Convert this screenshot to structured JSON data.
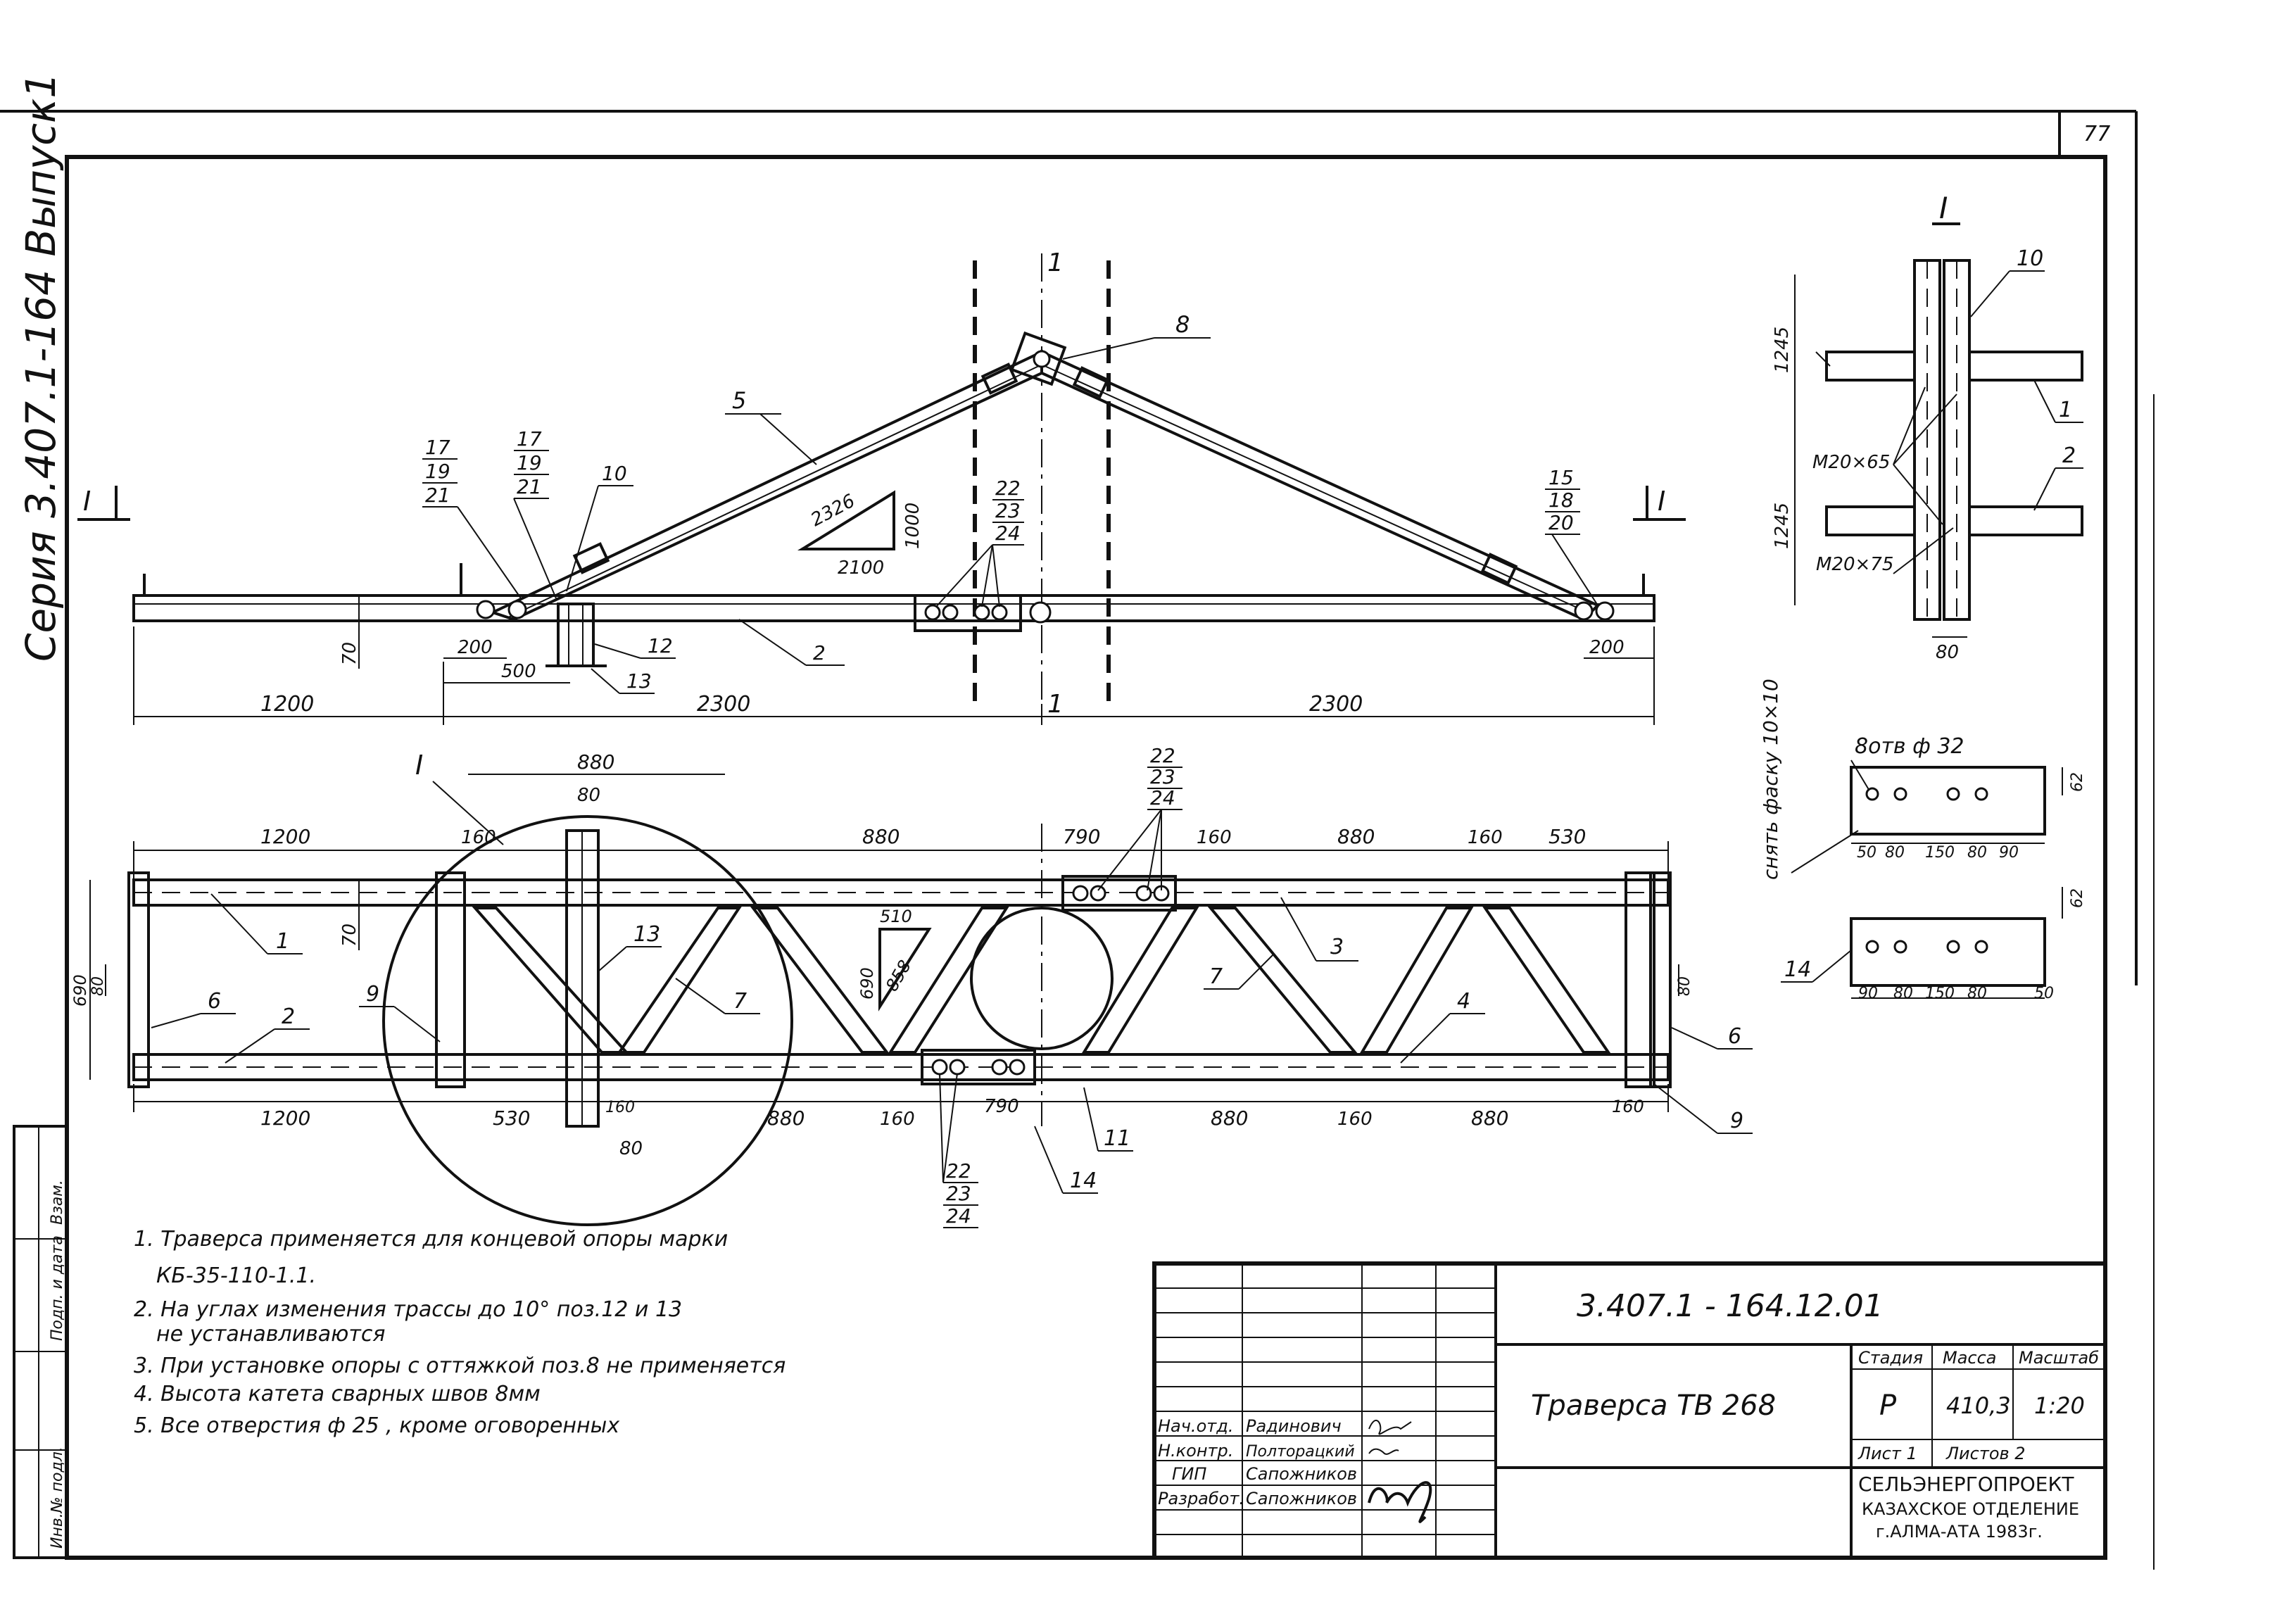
{
  "page_number": "77",
  "series_label": "Серия 3.407.1-164 Выпуск1",
  "section_marker": "I",
  "elevation": {
    "axis_label": "1",
    "dims": {
      "left_overhang": "1200",
      "left_span": "2300",
      "right_span": "2300",
      "height": "70",
      "d200_left": "200",
      "d500": "500",
      "d200_right": "200"
    },
    "slope_triangle": {
      "hyp": "2326",
      "run": "2100",
      "rise": "1000"
    },
    "callouts": {
      "left_a": [
        "17",
        "19",
        "21"
      ],
      "left_b": [
        "17",
        "19",
        "21"
      ],
      "center": [
        "22",
        "23",
        "24"
      ],
      "right": [
        "15",
        "18",
        "20"
      ],
      "p5": "5",
      "p8": "8",
      "p10": "10",
      "p2": "2",
      "p12": "12",
      "p13": "13"
    }
  },
  "plan": {
    "top_dims": [
      "1200",
      "160",
      "880",
      "790",
      "160",
      "880",
      "160",
      "530"
    ],
    "bottom_dims": [
      "1200",
      "530",
      "160",
      "880",
      "160",
      "790",
      "880",
      "160",
      "880",
      "160"
    ],
    "d880_top": "880",
    "d80_top": "80",
    "d80_bottom": "80",
    "d160_mid": "160",
    "d70": "70",
    "d690": "690",
    "d80_left": "80",
    "d80_right": "80",
    "slope_triangle": {
      "a": "510",
      "b": "690",
      "c": "858"
    },
    "callouts": {
      "top_center": [
        "22",
        "23",
        "24"
      ],
      "bottom_center": [
        "22",
        "23",
        "24"
      ],
      "p1": "1",
      "p2": "2",
      "p3": "3",
      "p4": "4",
      "p6_left": "6",
      "p6_right": "6",
      "p7_left": "7",
      "p7_right": "7",
      "p9_left": "9",
      "p9_right": "9",
      "p11": "11",
      "p13": "13",
      "p14": "14",
      "pI": "I"
    }
  },
  "section_detail": {
    "title": "I",
    "dims": {
      "upper": "1245",
      "lower": "1245",
      "width": "80"
    },
    "bolts_a": "M20×65",
    "bolts_b": "M20×75",
    "callouts": {
      "p10": "10",
      "p1": "1",
      "p2": "2"
    }
  },
  "plate_detail": {
    "chamfer_note": "снять фаску 10×10",
    "holes_note": "8отв ф 32",
    "upper_dims": [
      "50",
      "80",
      "150",
      "80",
      "90"
    ],
    "lower_dims": [
      "90",
      "80",
      "150",
      "80",
      "50"
    ],
    "h1": "62",
    "h2": "62",
    "callout": "14"
  },
  "notes": [
    "1. Траверса применяется для концевой опоры марки",
    "КБ-35-110-1.1.",
    "2. На углах изменения трассы до 10° поз.12 и 13",
    "не устанавливаются",
    "3. При установке опоры с оттяжкой поз.8 не применяется",
    "4. Высота катета сварных швов 8мм",
    "5. Все отверстия ф 25 , кроме оговоренных"
  ],
  "title_block": {
    "doc_code": "3.407.1 - 164.12.01",
    "title": "Траверса ТВ 268",
    "col_headers": [
      "Стадия",
      "Масса",
      "Масштаб"
    ],
    "col_values": [
      "Р",
      "410,3",
      "1:20"
    ],
    "sheet_label": "Лист 1",
    "sheets_label": "Листов 2",
    "org_lines": [
      "СЕЛЬЭНЕРГОПРОЕКТ",
      "КАЗАХСКОЕ ОТДЕЛЕНИЕ",
      "г.АЛМА-АТА 1983г."
    ],
    "signers": [
      {
        "role": "Нач.отд.",
        "name": "Радинович"
      },
      {
        "role": "Н.контр.",
        "name": "Полторацкий"
      },
      {
        "role": "ГИП",
        "name": "Сапожников"
      },
      {
        "role": "Разработ.",
        "name": "Сапожников"
      }
    ]
  },
  "side_stamp": [
    "Взам.",
    "Подп. и дата",
    "Инв.№ подл."
  ]
}
